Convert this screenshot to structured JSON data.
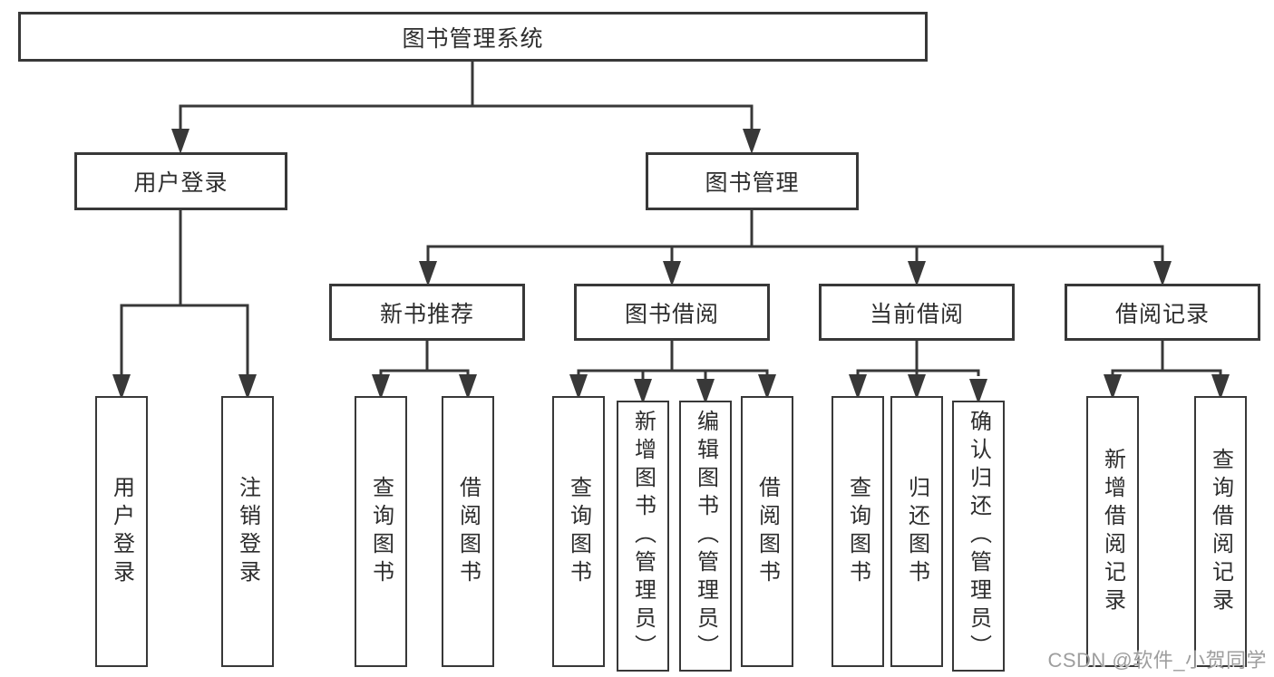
{
  "tree": {
    "label": "图书管理系统",
    "children": [
      {
        "label": "用户登录",
        "children": [
          {
            "label": "用户登录"
          },
          {
            "label": "注销登录"
          }
        ]
      },
      {
        "label": "图书管理",
        "children": [
          {
            "label": "新书推荐",
            "children": [
              {
                "label": "查询图书"
              },
              {
                "label": "借阅图书"
              }
            ]
          },
          {
            "label": "图书借阅",
            "children": [
              {
                "label": "查询图书"
              },
              {
                "label": "新增图书（管理员）"
              },
              {
                "label": "编辑图书（管理员）"
              },
              {
                "label": "借阅图书"
              }
            ]
          },
          {
            "label": "当前借阅",
            "children": [
              {
                "label": "查询图书"
              },
              {
                "label": "归还图书"
              },
              {
                "label": "确认归还（管理员）"
              }
            ]
          },
          {
            "label": "借阅记录",
            "children": [
              {
                "label": "新增借阅记录"
              },
              {
                "label": "查询借阅记录"
              }
            ]
          }
        ]
      }
    ]
  },
  "watermark": {
    "text": "CSDN @软件_小贺同学"
  },
  "colors": {
    "line": "#383838",
    "text": "#2d2d2d",
    "watermark_gray": "#9e9e9e",
    "background": "#ffffff"
  }
}
